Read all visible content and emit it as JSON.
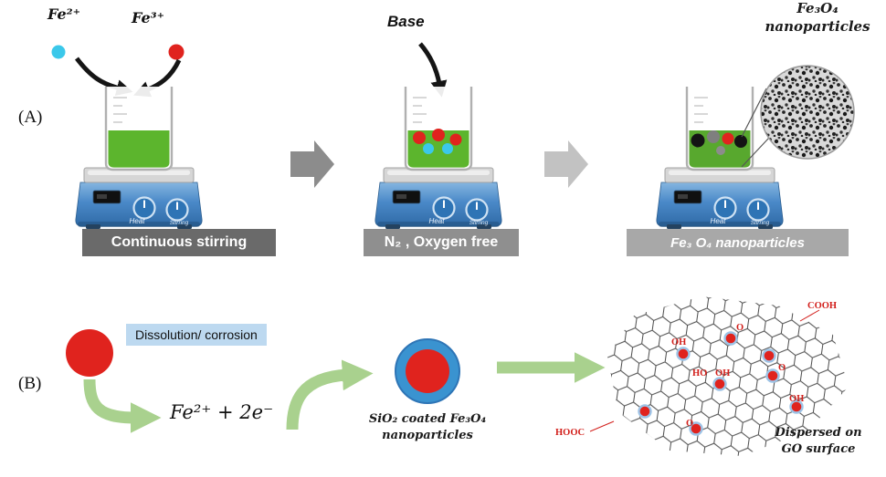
{
  "panel_a": {
    "label": "(A)",
    "ion_fe2": "Fe²⁺",
    "ion_fe3": "Fe³⁺",
    "base_label": "Base",
    "callout_line1": "Fe₃O₄",
    "callout_line2": "nanoparticles",
    "caption_step1": "Continuous stirring",
    "caption_step2": "N₂ , Oxygen free",
    "caption_step3": "Fe₃ O₄ nanoparticles",
    "stirrer_heat": "Heat",
    "stirrer_stirring": "Stirring"
  },
  "panel_b": {
    "label": "(B)",
    "dissolution_label": "Dissolution/ corrosion",
    "equation": "Fe²⁺ + 2e⁻",
    "sio2_caption_line1": "SiO₂ coated Fe₃O₄",
    "sio2_caption_line2": "nanoparticles",
    "go_caption_line1": "Dispersed on",
    "go_caption_line2": "GO surface",
    "go_labels": [
      "COOH",
      "O",
      "OH",
      "HO",
      "OH",
      "O",
      "OH",
      "O",
      "HOOC"
    ]
  },
  "colors": {
    "liquid_green": "#5cb52d",
    "arrow_green": "#a9d18e",
    "ion_red": "#e0231e",
    "ion_cyan": "#3bc8ea",
    "hotplate_blue": "#4a89c8",
    "caption_gray_dark": "#6a6a6a",
    "caption_gray_mid": "#8f8f8f",
    "caption_gray_light": "#a8a8a8",
    "dissolution_blue": "#bdd9f0",
    "go_label_red": "#d21f1b"
  }
}
